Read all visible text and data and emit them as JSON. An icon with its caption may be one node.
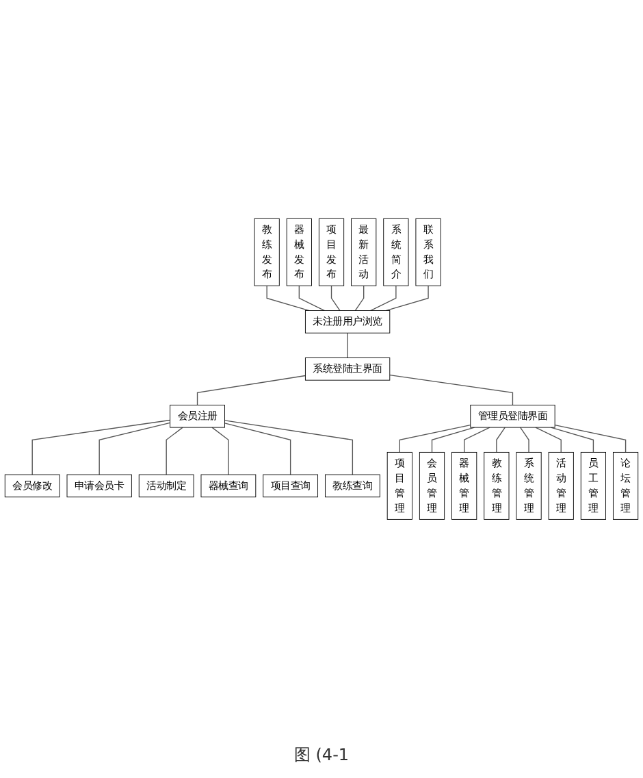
{
  "diagram": {
    "caption": "图 (4-1",
    "nodes": [
      {
        "text": [
          "教练发布"
        ]
      },
      {
        "text": [
          "器械发布"
        ]
      },
      {
        "text": [
          "项目发布"
        ]
      },
      {
        "text": [
          "最新活动"
        ]
      },
      {
        "text": [
          "系统简介"
        ]
      },
      {
        "text": [
          "联系我们"
        ]
      },
      {
        "text": [
          "未注册用户浏览"
        ]
      },
      {
        "text": [
          "系统登陆主界面"
        ]
      },
      {
        "text": [
          "会员注册"
        ]
      },
      {
        "text": [
          "会员修改"
        ]
      },
      {
        "text": [
          "申请会员卡"
        ]
      },
      {
        "text": [
          "活动制定"
        ]
      },
      {
        "text": [
          "器械查询"
        ]
      },
      {
        "text": [
          "项目查询"
        ]
      },
      {
        "text": [
          "教练查询"
        ]
      },
      {
        "text": [
          "管理员登陆界面"
        ]
      },
      {
        "text": [
          "项目管理"
        ]
      },
      {
        "text": [
          "会员管理"
        ]
      },
      {
        "text": [
          "器械管理"
        ]
      },
      {
        "text": [
          "教练管理"
        ]
      },
      {
        "text": [
          "系统管理"
        ]
      },
      {
        "text": [
          "活动管理"
        ]
      },
      {
        "text": [
          "员工管理"
        ]
      },
      {
        "text": [
          "论坛管理"
        ]
      }
    ],
    "edges": [
      {
        "from": 0,
        "to": 6,
        "arrow": "none"
      },
      {
        "from": 1,
        "to": 6,
        "arrow": "none"
      },
      {
        "from": 2,
        "to": 6,
        "arrow": "none"
      },
      {
        "from": 3,
        "to": 6,
        "arrow": "none"
      },
      {
        "from": 4,
        "to": 6,
        "arrow": "none"
      },
      {
        "from": 5,
        "to": 6,
        "arrow": "none"
      },
      {
        "from": 6,
        "to": 7,
        "arrow": "none"
      },
      {
        "from": 7,
        "to": 8,
        "arrow": "none"
      },
      {
        "from": 8,
        "to": 9,
        "arrow": "none"
      },
      {
        "from": 8,
        "to": 10,
        "arrow": "none"
      },
      {
        "from": 8,
        "to": 11,
        "arrow": "none"
      },
      {
        "from": 8,
        "to": 12,
        "arrow": "none"
      },
      {
        "from": 8,
        "to": 13,
        "arrow": "none"
      },
      {
        "from": 8,
        "to": 14,
        "arrow": "none"
      },
      {
        "from": 7,
        "to": 15,
        "arrow": "none"
      },
      {
        "from": 15,
        "to": 16,
        "arrow": "none"
      },
      {
        "from": 15,
        "to": 17,
        "arrow": "none"
      },
      {
        "from": 15,
        "to": 18,
        "arrow": "none"
      },
      {
        "from": 15,
        "to": 19,
        "arrow": "none"
      },
      {
        "from": 15,
        "to": 20,
        "arrow": "none"
      },
      {
        "from": 15,
        "to": 21,
        "arrow": "none"
      },
      {
        "from": 15,
        "to": 22,
        "arrow": "none"
      },
      {
        "from": 15,
        "to": 23,
        "arrow": "none"
      }
    ]
  }
}
